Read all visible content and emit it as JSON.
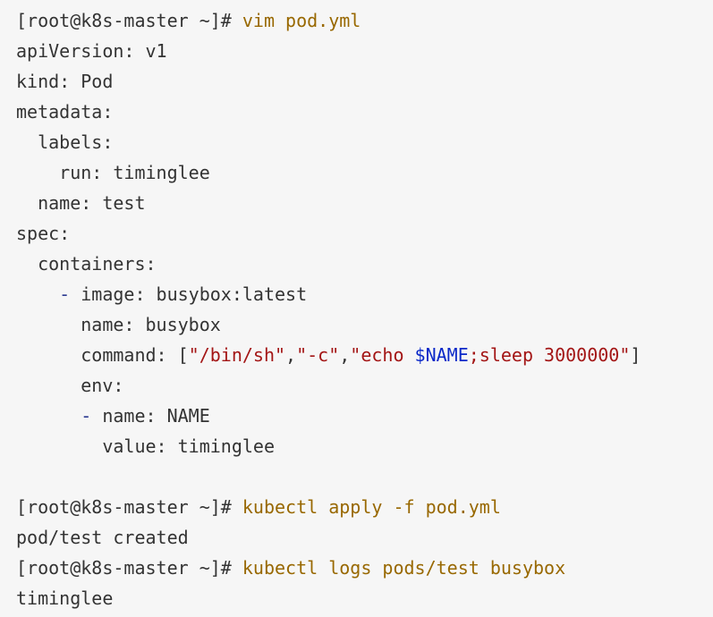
{
  "lines": [
    [
      {
        "t": "[root@k8s-master ~]# ",
        "c": "plain"
      },
      {
        "t": "vim pod.yml",
        "c": "cmd"
      }
    ],
    [
      {
        "t": "apiVersion: v1",
        "c": "plain"
      }
    ],
    [
      {
        "t": "kind: Pod",
        "c": "plain"
      }
    ],
    [
      {
        "t": "metadata:",
        "c": "plain"
      }
    ],
    [
      {
        "t": "  labels:",
        "c": "plain"
      }
    ],
    [
      {
        "t": "    run: timinglee",
        "c": "plain"
      }
    ],
    [
      {
        "t": "  name: test",
        "c": "plain"
      }
    ],
    [
      {
        "t": "spec:",
        "c": "plain"
      }
    ],
    [
      {
        "t": "  containers:",
        "c": "plain"
      }
    ],
    [
      {
        "t": "    ",
        "c": "plain"
      },
      {
        "t": "-",
        "c": "dash"
      },
      {
        "t": " image: busybox:latest",
        "c": "plain"
      }
    ],
    [
      {
        "t": "      name: busybox",
        "c": "plain"
      }
    ],
    [
      {
        "t": "      command: [",
        "c": "plain"
      },
      {
        "t": "\"/bin/sh\"",
        "c": "str"
      },
      {
        "t": ",",
        "c": "plain"
      },
      {
        "t": "\"-c\"",
        "c": "str"
      },
      {
        "t": ",",
        "c": "plain"
      },
      {
        "t": "\"echo ",
        "c": "str"
      },
      {
        "t": "$NAME",
        "c": "var"
      },
      {
        "t": ";sleep 3000000\"",
        "c": "str"
      },
      {
        "t": "]",
        "c": "plain"
      }
    ],
    [
      {
        "t": "      env:",
        "c": "plain"
      }
    ],
    [
      {
        "t": "      ",
        "c": "plain"
      },
      {
        "t": "-",
        "c": "dash"
      },
      {
        "t": " name: NAME",
        "c": "plain"
      }
    ],
    [
      {
        "t": "        value: timinglee",
        "c": "plain"
      }
    ],
    [
      {
        "t": "",
        "c": "plain"
      }
    ],
    [
      {
        "t": "[root@k8s-master ~]# ",
        "c": "plain"
      },
      {
        "t": "kubectl apply -f pod.yml",
        "c": "cmd"
      }
    ],
    [
      {
        "t": "pod/test created",
        "c": "plain"
      }
    ],
    [
      {
        "t": "[root@k8s-master ~]# ",
        "c": "plain"
      },
      {
        "t": "kubectl logs pods/test busybox",
        "c": "cmd"
      }
    ],
    [
      {
        "t": "timinglee",
        "c": "plain"
      }
    ]
  ],
  "colors": {
    "background": "#f6f6f6",
    "text": "#333333",
    "command": "#986801",
    "string": "#a31515",
    "variable": "#0a28c8",
    "dash": "#2b3a91"
  }
}
